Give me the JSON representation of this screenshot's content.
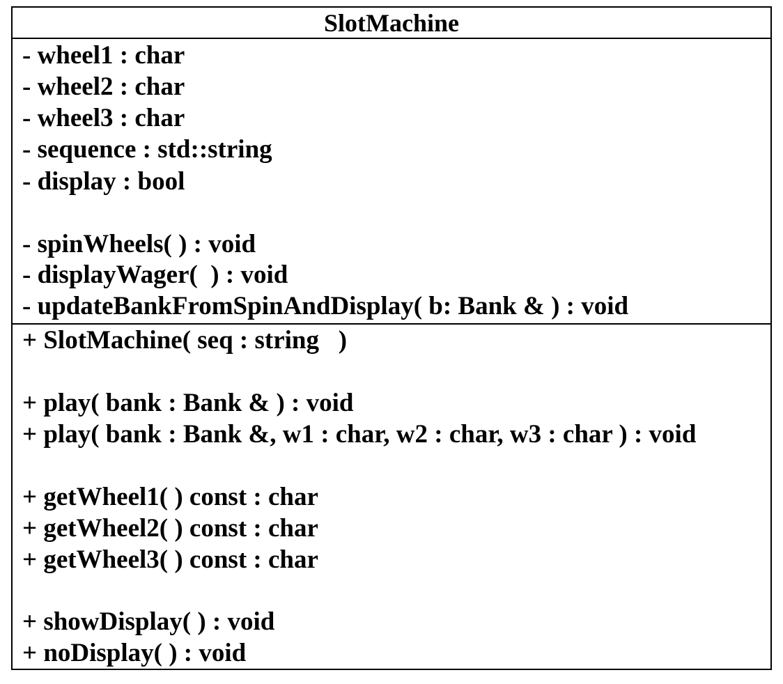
{
  "class": {
    "name": "SlotMachine",
    "private_members": [
      "- wheel1 : char",
      "- wheel2 : char",
      "- wheel3 : char",
      "- sequence : std::string",
      "- display : bool",
      "- spinWheels( ) : void",
      "- displayWager(  ) : void",
      "- updateBankFromSpinAndDisplay( b: Bank & ) : void"
    ],
    "public_members": [
      "+ SlotMachine( seq : string   )",
      "+ play( bank : Bank & ) : void",
      "+ play( bank : Bank &, w1 : char, w2 : char, w3 : char ) : void",
      "+ getWheel1( ) const : char",
      "+ getWheel2( ) const : char",
      "+ getWheel3( ) const : char",
      "+ showDisplay( ) : void",
      "+ noDisplay( ) : void"
    ]
  }
}
